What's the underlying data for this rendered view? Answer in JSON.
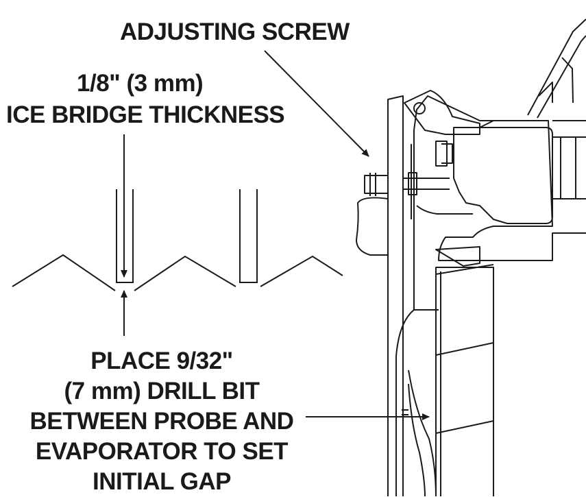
{
  "labels": {
    "adjusting_screw": "ADJUSTING SCREW",
    "ice_bridge": [
      "1/8\" (3 mm)",
      "ICE BRIDGE THICKNESS"
    ],
    "drill_bit": [
      "PLACE 9/32\"",
      "(7 mm) DRILL BIT",
      "BETWEEN PROBE AND",
      "EVAPORATOR TO SET",
      "INITIAL GAP"
    ]
  },
  "colors": {
    "line": "#1a1a1a",
    "background": "#ffffff"
  }
}
